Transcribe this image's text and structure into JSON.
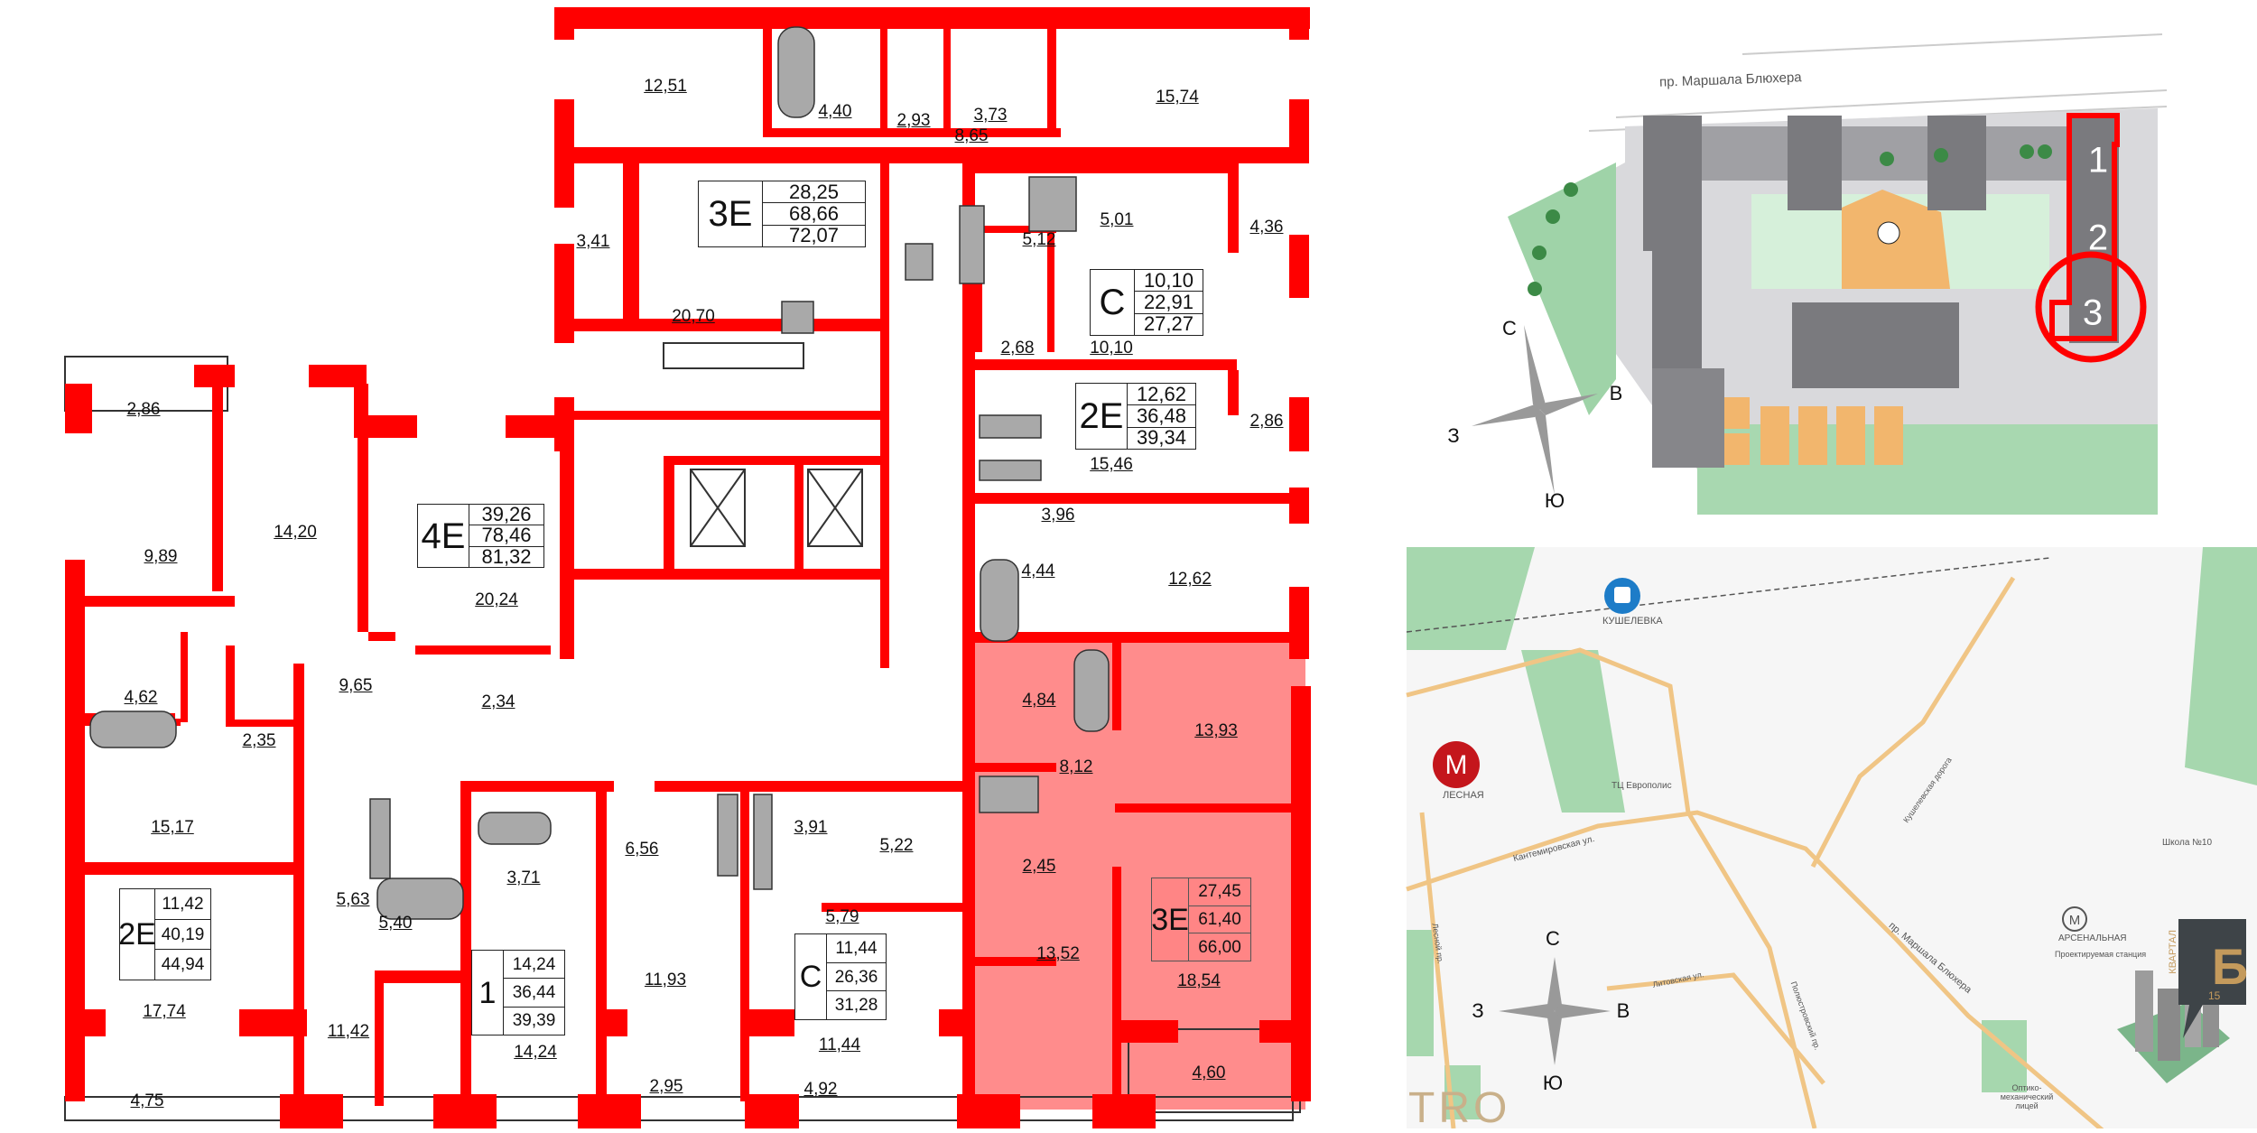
{
  "colors": {
    "wall": "#ff0000",
    "highlight": "#ff6b6b",
    "fixture": "#a9a9a9",
    "grass": "#9fd3a8",
    "building": "#7a7a7e",
    "road": "#f2c98a"
  },
  "plan": {
    "rooms": [
      "12,51",
      "4,40",
      "2,93",
      "3,73",
      "15,74",
      "8,65",
      "3,41",
      "20,70",
      "5,12",
      "5,01",
      "10,10",
      "4,36",
      "2,68",
      "2,86",
      "15,46",
      "3,96",
      "4,44",
      "12,62",
      "2,86",
      "9,89",
      "14,20",
      "20,24",
      "9,65",
      "2,34",
      "4,62",
      "2,35",
      "4,84",
      "13,93",
      "8,12",
      "15,17",
      "5,63",
      "5,40",
      "3,71",
      "6,56",
      "3,91",
      "5,22",
      "2,45",
      "5,79",
      "11,93",
      "13,52",
      "18,54",
      "17,74",
      "11,42",
      "14,24",
      "11,44",
      "4,75",
      "2,95",
      "4,92",
      "4,60"
    ],
    "apartments": [
      {
        "type": "3E",
        "living": "28,25",
        "total": "68,66",
        "total_balcony": "72,07"
      },
      {
        "type": "C",
        "living": "10,10",
        "total": "22,91",
        "total_balcony": "27,27"
      },
      {
        "type": "2E",
        "living": "12,62",
        "total": "36,48",
        "total_balcony": "39,34"
      },
      {
        "type": "4E",
        "living": "39,26",
        "total": "78,46",
        "total_balcony": "81,32"
      },
      {
        "type": "2E",
        "living": "11,42",
        "total": "40,19",
        "total_balcony": "44,94"
      },
      {
        "type": "1",
        "living": "14,24",
        "total": "36,44",
        "total_balcony": "39,39"
      },
      {
        "type": "C",
        "living": "11,44",
        "total": "26,36",
        "total_balcony": "31,28"
      },
      {
        "type": "3E",
        "living": "27,45",
        "total": "61,40",
        "total_balcony": "66,00",
        "selected": true
      }
    ]
  },
  "site_plan": {
    "street": "пр. Маршала Блюхера",
    "buildings": [
      "1",
      "2",
      "3"
    ],
    "selected_building": "3",
    "compass": {
      "n": "С",
      "e": "В",
      "w": "З",
      "s": "Ю"
    }
  },
  "map": {
    "labels": {
      "railway_station": "КУШЕЛЕВКА",
      "metro_lesnaya": "ЛЕСНАЯ",
      "mall": "ТЦ Европолис",
      "street1": "Кантемировская ул.",
      "street2": "пр. Маршала Блюхера",
      "street3": "Полюстровский пр.",
      "street4": "Лесной пр.",
      "street5": "Литовская ул.",
      "school": "Школа №10",
      "metro_arsenal": "АРСЕНАЛЬНАЯ",
      "metro_arsenal_note": "Проектируемая станция",
      "lyceum": "Оптико-механический лицей",
      "road_kush": "Кушелевская дорога"
    },
    "logo": {
      "word": "КВАРТАЛ",
      "number": "15"
    },
    "compass": {
      "n": "С",
      "e": "В",
      "w": "З",
      "s": "Ю"
    },
    "fragment": "TRO"
  }
}
